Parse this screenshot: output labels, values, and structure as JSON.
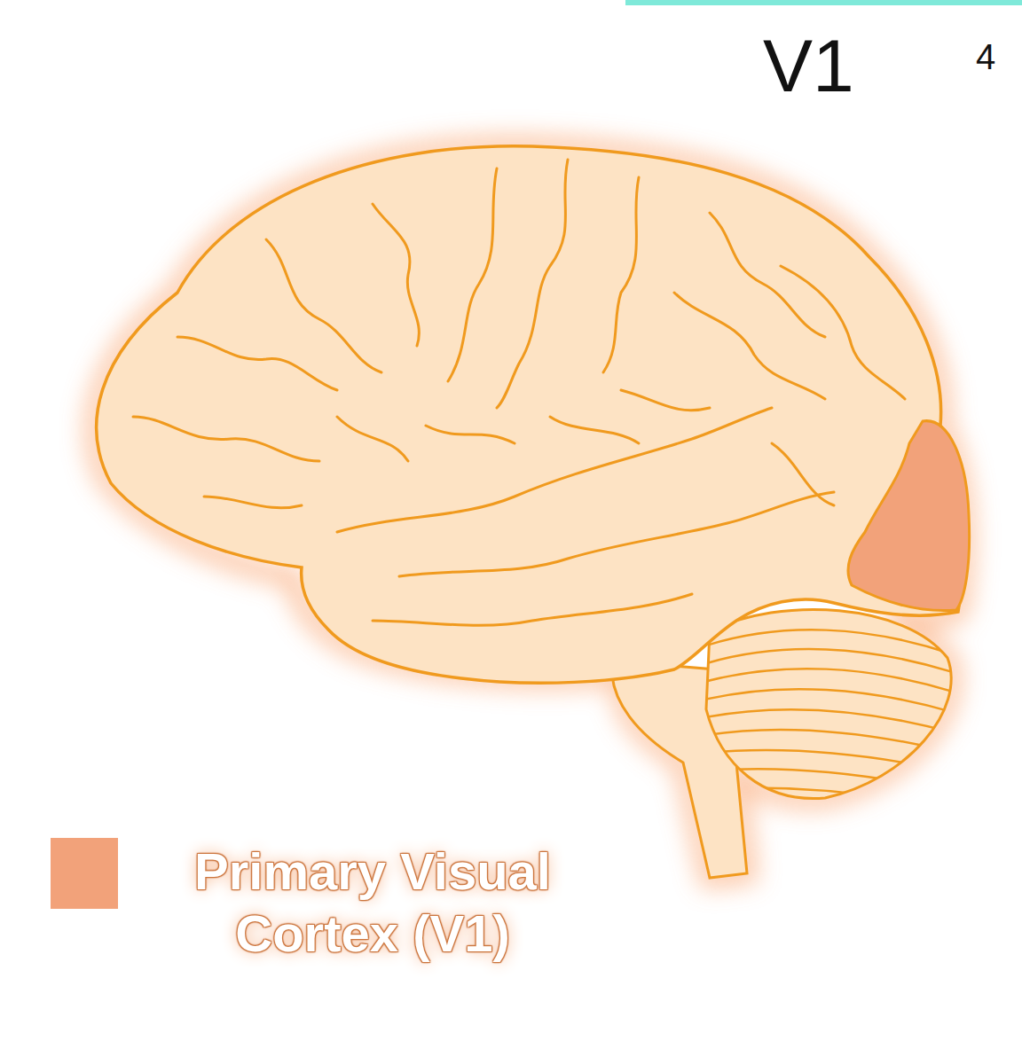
{
  "diagram": {
    "labels": [
      "V1",
      "4"
    ],
    "legend": [
      {
        "text": "Primary Visual Cortex (V1)",
        "color": "#f2a27a"
      }
    ]
  }
}
